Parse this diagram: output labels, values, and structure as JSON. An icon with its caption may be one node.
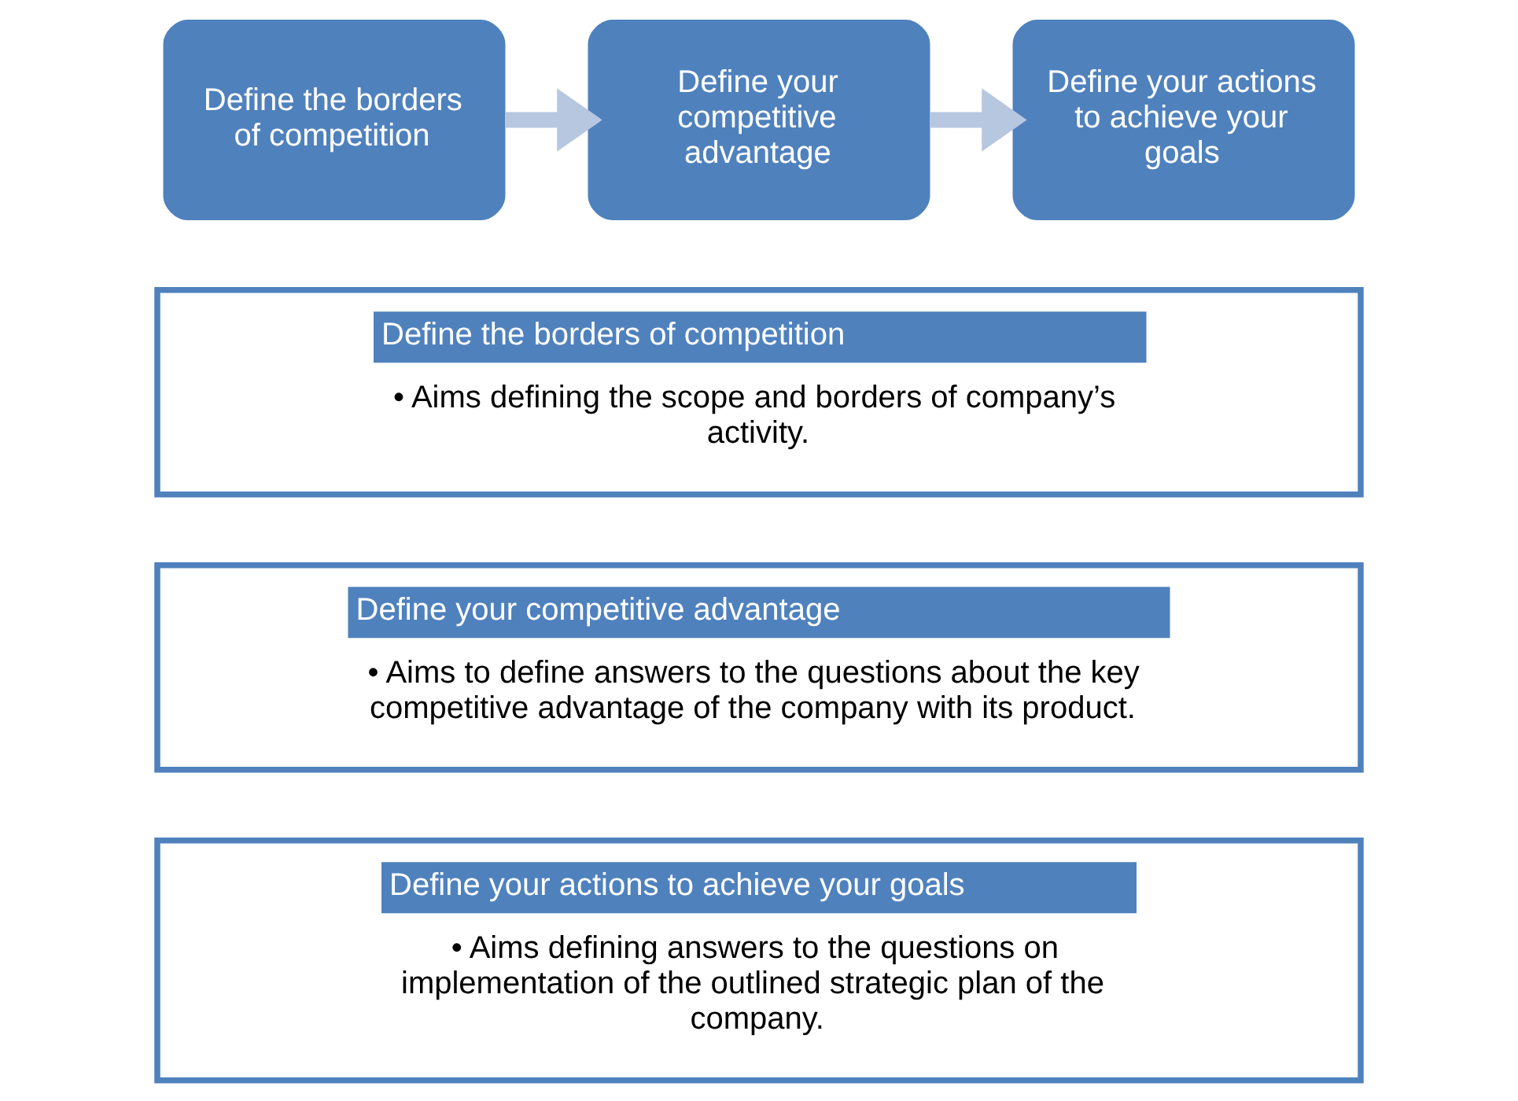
{
  "diagram": {
    "nodes": [
      {
        "text": [
          "Define the borders of competition"
        ]
      },
      {
        "text": [
          "Define your competitive advantage"
        ]
      },
      {
        "text": [
          "Define your actions to achieve your goals"
        ]
      },
      {
        "text": [
          "Define the borders of competition",
          "• Aims defining the scope and borders of company’s activity."
        ]
      },
      {
        "text": [
          "Define your competitive advantage",
          "• Aims to define answers to the questions about the key competitive advantage of the company with its product."
        ]
      },
      {
        "text": [
          "Define your actions to achieve your goals",
          "• Aims defining answers to the questions on implementation of the outlined strategic plan of the company."
        ]
      }
    ],
    "edges": [
      {
        "from": 0,
        "to": 1,
        "arrow": "to"
      },
      {
        "from": 1,
        "to": 2,
        "arrow": "to"
      }
    ]
  }
}
